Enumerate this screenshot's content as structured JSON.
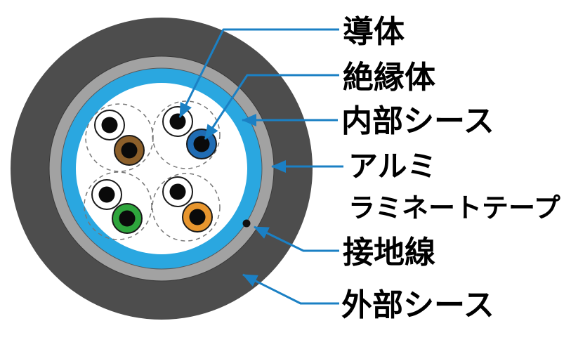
{
  "diagram": {
    "title": "LAN cable cross-section diagram",
    "labels": {
      "conductor": "導体",
      "insulator": "絶縁体",
      "inner_sheath": "内部シース",
      "aluminum_line1": "アルミ",
      "aluminum_line2": "ラミネートテープ",
      "ground_wire": "接地線",
      "outer_sheath": "外部シース"
    },
    "colors": {
      "outer_sheath": "#4d4d4d",
      "aluminum_tape": "#a2a2a2",
      "inner_sheath": "#2aa7e0",
      "core_background": "#ffffff",
      "conductor_black": "#0a0a0a",
      "wire_white": "#ffffff",
      "wire_brown": "#8c5f2a",
      "wire_blue": "#1f6cb4",
      "wire_green": "#2ea53c",
      "wire_orange": "#e8962e",
      "ground_dot": "#111111",
      "leader": "#1b80c4",
      "text": "#000000"
    }
  }
}
